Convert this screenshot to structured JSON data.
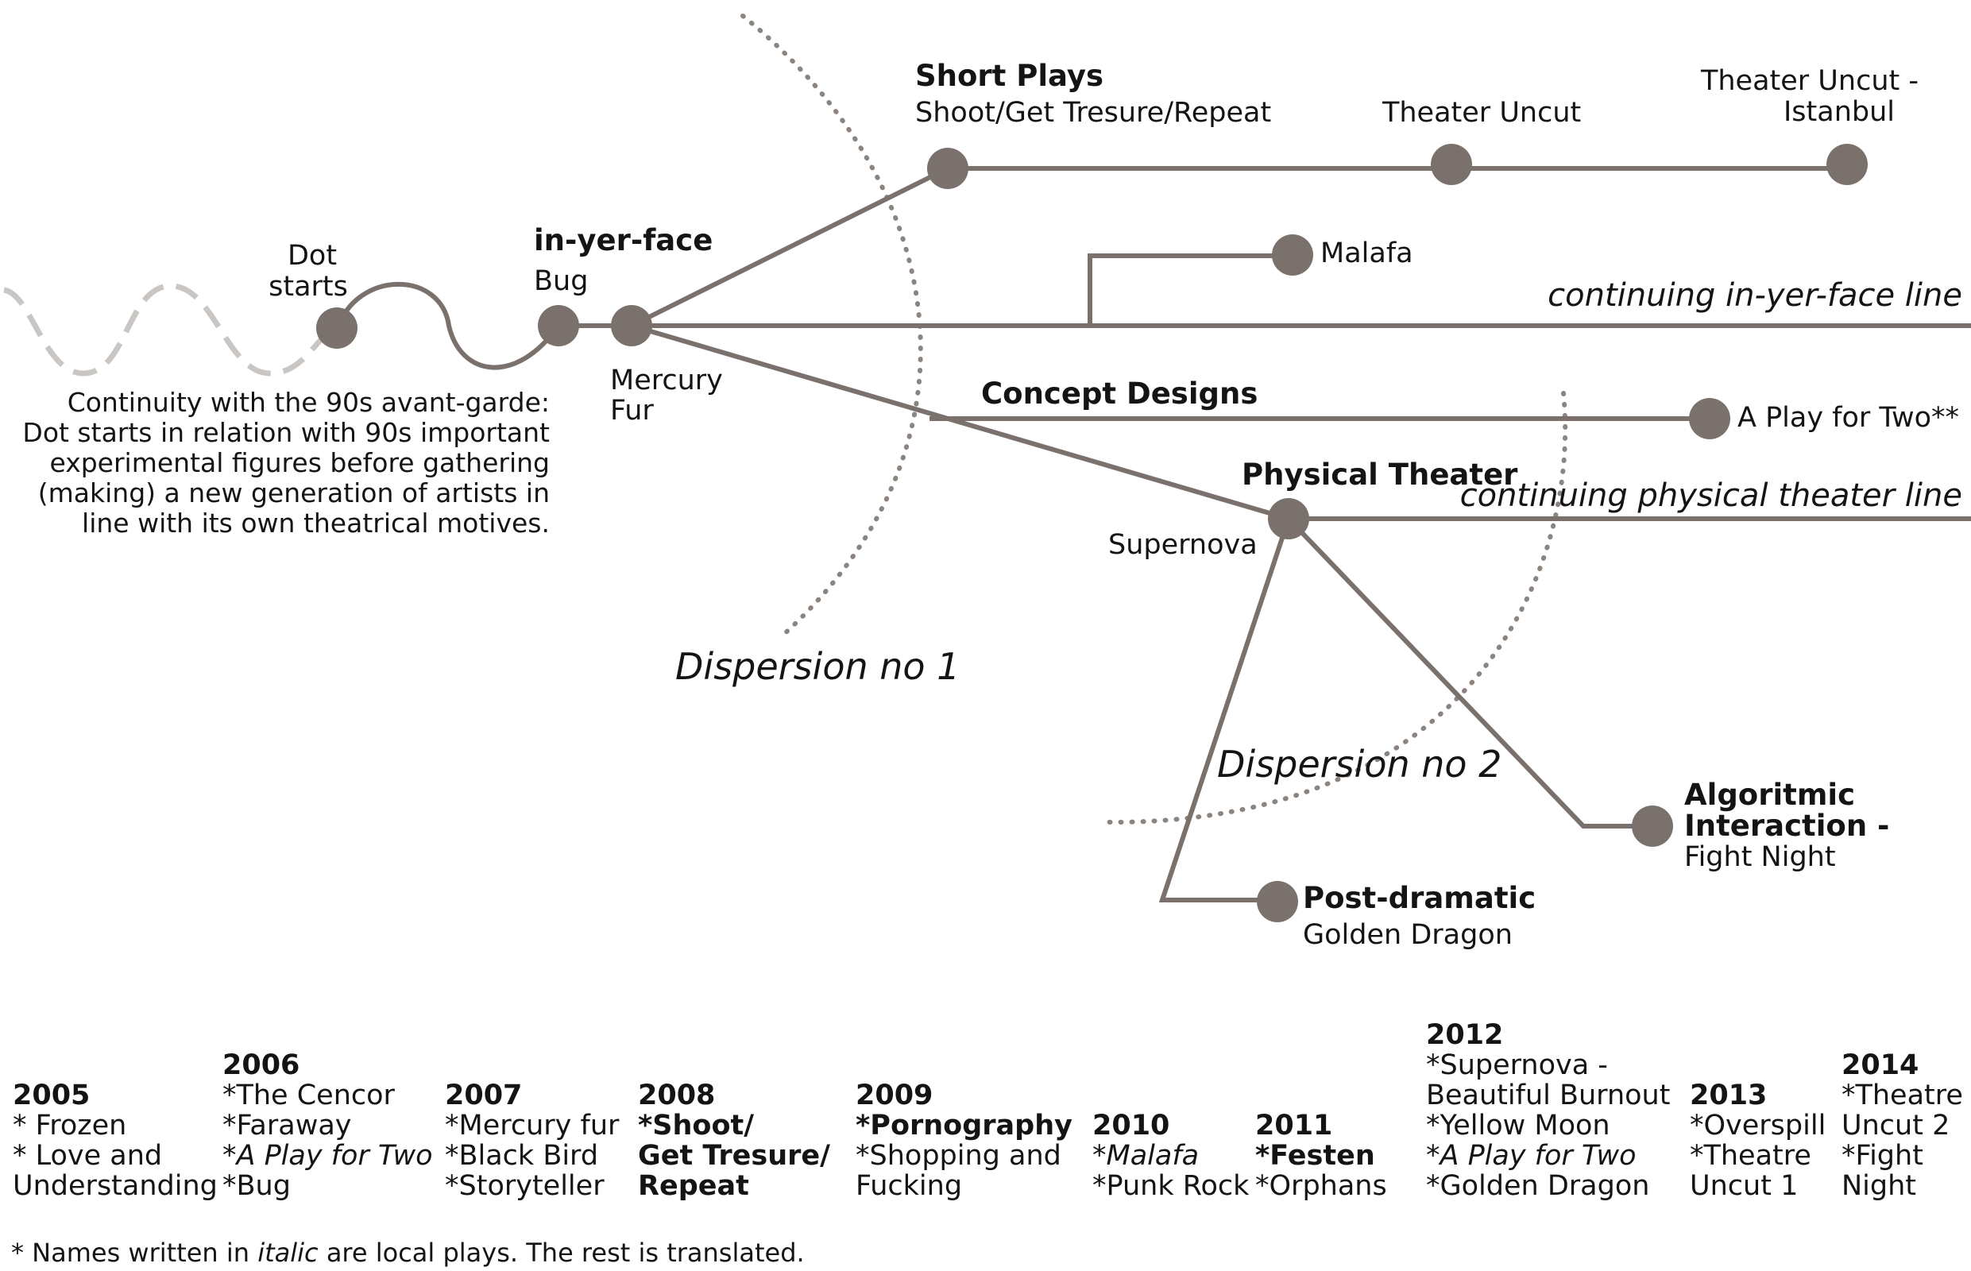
{
  "diagram": {
    "dot_starts": [
      "Dot",
      "starts"
    ],
    "in_yer_face": "in-yer-face",
    "bug": "Bug",
    "mercury_fur": [
      "Mercury",
      "Fur"
    ],
    "short_plays": "Short Plays",
    "shoot_get": "Shoot/Get Tresure/Repeat",
    "theater_uncut": "Theater Uncut",
    "theater_uncut_istanbul": [
      "Theater Uncut -",
      "Istanbul"
    ],
    "malafa": "Malafa",
    "continuing_in_yer_face": "continuing in-yer-face line",
    "concept_designs": "Concept Designs",
    "a_play_for_two": "A Play for Two**",
    "physical_theater": "Physical Theater",
    "continuing_physical": "continuing physical theater line",
    "supernova": "Supernova",
    "dispersion_1": "Dispersion no 1",
    "dispersion_2": "Dispersion no 2",
    "algoritmic": [
      "Algoritmic",
      "Interaction -"
    ],
    "fight_night": "Fight Night",
    "post_dramatic": "Post-dramatic",
    "golden_dragon": "Golden Dragon",
    "intro_text": [
      "Continuity with the 90s avant-garde:",
      "Dot starts in relation with 90s important",
      "experimental figures before gathering",
      "(making) a new generation of artists in",
      "line with its own theatrical motives."
    ]
  },
  "timeline": [
    {
      "year": "2005",
      "items": [
        {
          "text": "* Frozen",
          "style": "normal"
        },
        {
          "text": "* Love and",
          "style": "normal"
        },
        {
          "text": "Understanding",
          "style": "normal"
        }
      ]
    },
    {
      "year": "2006",
      "items": [
        {
          "text": "*The Cencor",
          "style": "normal"
        },
        {
          "text": "*Faraway",
          "style": "normal"
        },
        {
          "text": "*A Play for Two",
          "style": "italic"
        },
        {
          "text": "*Bug",
          "style": "normal"
        }
      ]
    },
    {
      "year": "2007",
      "items": [
        {
          "text": "*Mercury fur",
          "style": "normal"
        },
        {
          "text": "*Black Bird",
          "style": "normal"
        },
        {
          "text": "*Storyteller",
          "style": "normal"
        }
      ]
    },
    {
      "year": "2008",
      "items": [
        {
          "text": "*Shoot/",
          "style": "bold"
        },
        {
          "text": "Get Tresure/",
          "style": "bold"
        },
        {
          "text": "Repeat",
          "style": "bold"
        }
      ]
    },
    {
      "year": "2009",
      "items": [
        {
          "text": "*Pornography",
          "style": "bold"
        },
        {
          "text": "*Shopping and",
          "style": "normal"
        },
        {
          "text": "Fucking",
          "style": "normal"
        }
      ]
    },
    {
      "year": "2010",
      "items": [
        {
          "text": "*Malafa",
          "style": "italic"
        },
        {
          "text": "*Punk Rock",
          "style": "normal"
        }
      ]
    },
    {
      "year": "2011",
      "items": [
        {
          "text": "*Festen",
          "style": "bold"
        },
        {
          "text": "*Orphans",
          "style": "normal"
        }
      ]
    },
    {
      "year": "2012",
      "items": [
        {
          "text": "*Supernova -",
          "style": "normal"
        },
        {
          "text": "Beautiful Burnout",
          "style": "normal"
        },
        {
          "text": "*Yellow Moon",
          "style": "normal"
        },
        {
          "text": "*A Play for Two",
          "style": "italic"
        },
        {
          "text": "*Golden Dragon",
          "style": "normal"
        }
      ]
    },
    {
      "year": "2013",
      "items": [
        {
          "text": "*Overspill",
          "style": "normal"
        },
        {
          "text": "*Theatre",
          "style": "normal"
        },
        {
          "text": "Uncut 1",
          "style": "normal"
        }
      ]
    },
    {
      "year": "2014",
      "items": [
        {
          "text": "*Theatre",
          "style": "normal"
        },
        {
          "text": "Uncut 2",
          "style": "normal"
        },
        {
          "text": "*Fight",
          "style": "normal"
        },
        {
          "text": "Night",
          "style": "normal"
        }
      ]
    }
  ],
  "footnote": {
    "prefix": "* Names written in ",
    "italic_word": "italic",
    "suffix": " are local plays. The rest is translated."
  }
}
